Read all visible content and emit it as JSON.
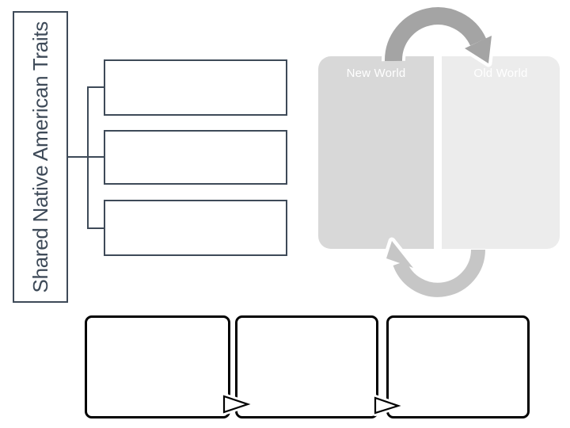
{
  "slide": {
    "title": "Shared Native American Traits",
    "exchange": {
      "left_label": "New World",
      "right_label": "Old World"
    },
    "trait_boxes": [
      {
        "label": ""
      },
      {
        "label": ""
      },
      {
        "label": ""
      }
    ],
    "process_boxes": [
      {
        "label": ""
      },
      {
        "label": ""
      },
      {
        "label": ""
      }
    ],
    "icons": {
      "top_arrow": "cycle-arrow-clockwise",
      "bottom_arrow": "cycle-arrow-return",
      "process_arrow": "triangle-right-marker"
    },
    "colors": {
      "outline_dark": "#3e4a58",
      "process_outline": "#000000",
      "new_world_fill": "#d8d8d8",
      "old_world_fill": "#ececec",
      "top_arrow_fill": "#a4a4a4",
      "bottom_arrow_fill": "#c6c6c6",
      "label_text": "#ffffff"
    }
  }
}
